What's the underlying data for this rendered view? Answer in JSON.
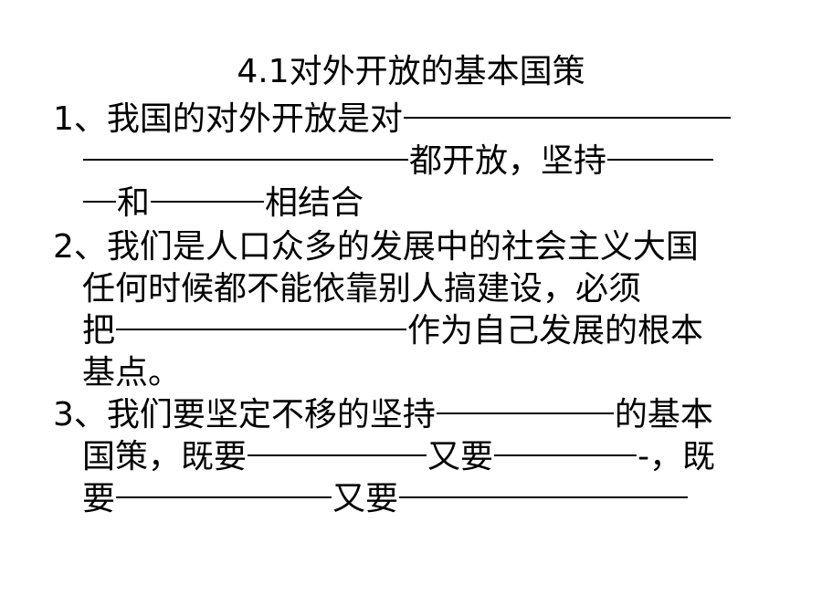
{
  "title": "4.1对外开放的基本国策",
  "q1": {
    "line1": "1、我国的对外开放是对",
    "line2": "都开放，坚持",
    "line3": "和",
    "line3b": "相结合"
  },
  "q2": {
    "line1": "2、我们是人口众多的发展中的社会主义大国",
    "line2": "任何时候都不能依靠别人搞建设，必须",
    "line3a": "把",
    "line3b": "作为自己发展的根本",
    "line4": "基点。"
  },
  "q3": {
    "line1a": "3、我们要坚定不移的坚持",
    "line1b": "的基本",
    "line2a": "国策，既要",
    "line2b": "又要",
    "line2c": "-，既",
    "line3a": "要",
    "line3b": "又要"
  }
}
